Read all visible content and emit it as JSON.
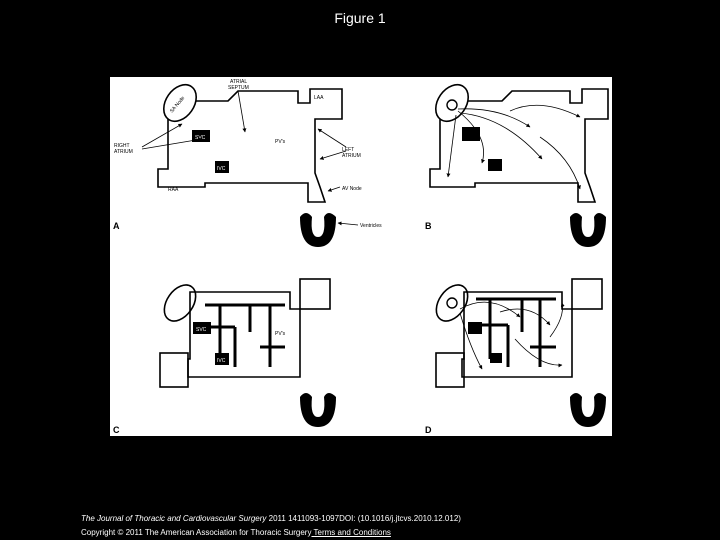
{
  "slide": {
    "title": "Figure 1"
  },
  "figure": {
    "panels": [
      "A",
      "B",
      "C",
      "D"
    ],
    "labels": {
      "atrial_septum": [
        "ATRIAL",
        "SEPTUM"
      ],
      "sa_node": "SA Node",
      "laa": "LAA",
      "right_atrium": [
        "RIGHT",
        "ATRIUM"
      ],
      "svc": "SVC",
      "pvs": "PV's",
      "left_atrium": [
        "LEFT",
        "ATRIUM"
      ],
      "ivc": "IVC",
      "raa": "RAA",
      "av_node": "AV Node",
      "ventricles": "Ventricles"
    }
  },
  "citation": {
    "journal": "The Journal of Thoracic and Cardiovascular Surgery",
    "details": " 2011 1411093-1097DOI: (10.1016/j.jtcvs.2010.12.012)"
  },
  "copyright": {
    "text": "Copyright © 2011 The American Association for Thoracic Surgery",
    "link": " Terms and Conditions"
  }
}
